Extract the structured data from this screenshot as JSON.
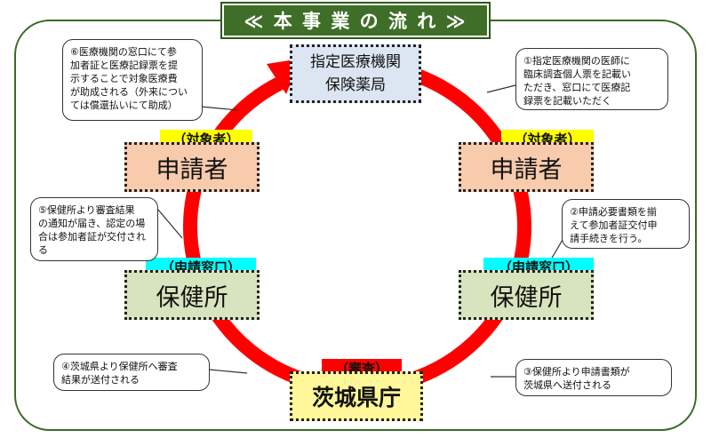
{
  "title": "≪ 本 事 業 の 流 れ ≫",
  "nodes": {
    "org": {
      "line1": "指定医療機関",
      "line2": "保険薬局"
    },
    "applicant_left": {
      "tag": "（対象者）",
      "label": "申請者"
    },
    "applicant_right": {
      "tag": "（対象者）",
      "label": "申請者"
    },
    "health_left": {
      "tag": "（申請窓口）",
      "label": "保健所"
    },
    "health_right": {
      "tag": "（申請窓口）",
      "label": "保健所"
    },
    "prefecture": {
      "tag": "（審査）",
      "label": "茨城県庁"
    }
  },
  "notes": {
    "step1": [
      "①指定医療機関の医師に",
      "臨床調査個人票を記載い",
      "ただき、窓口にて医療記",
      "録票を記載いただく"
    ],
    "step2": [
      "②申請必要書類を揃",
      "えて参加者証交付申",
      "請手続きを行う。"
    ],
    "step3": [
      "③保健所より申請書類が",
      "茨城県へ送付される"
    ],
    "step4": [
      "④茨城県より保健所へ審査",
      "結果が送付される"
    ],
    "step5": [
      "⑤保健所より審査結果",
      "の通知が届き、認定の場",
      "合は参加者証が交付され",
      "る"
    ],
    "step6": [
      "⑥医療機関の窓口にて参",
      "加者証と医療記録票を提",
      "示することで対象医療費",
      "が助成される（外来につい",
      "ては償還払いにて助成）"
    ]
  },
  "colors": {
    "ring": "#ff0000",
    "title_bg": "#3f6e28",
    "org_bg": "#dce6f2",
    "applicant_bg": "#f8cbad",
    "health_bg": "#d7e4bd",
    "pref_bg": "#fff799"
  }
}
